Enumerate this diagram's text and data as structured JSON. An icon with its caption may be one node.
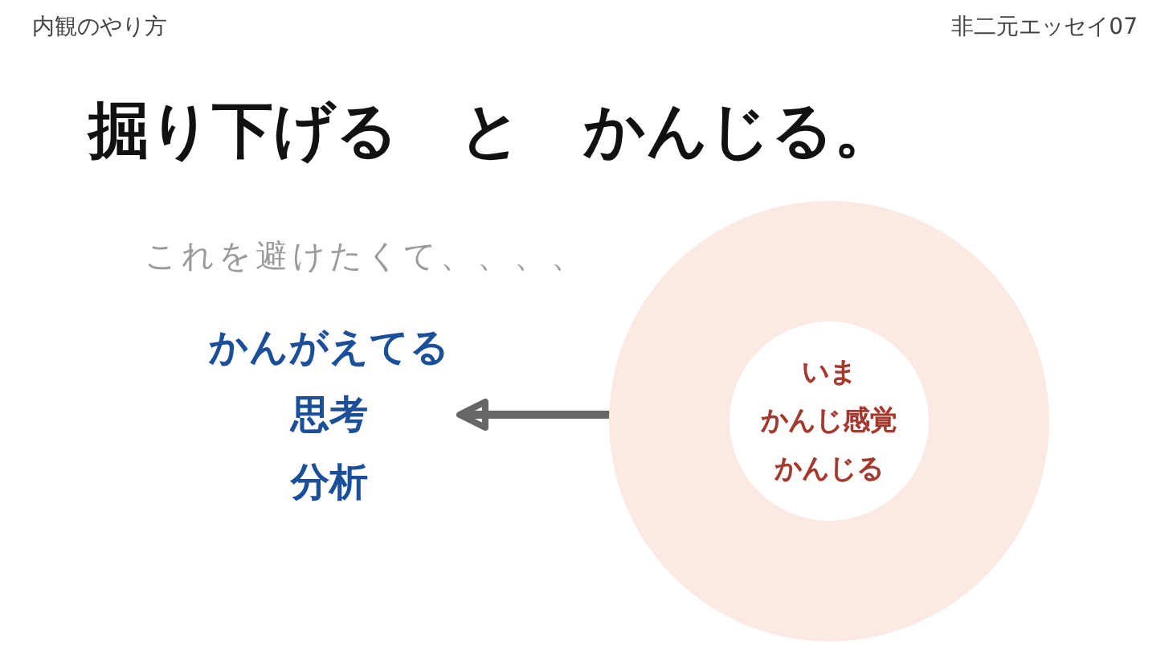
{
  "diagram": {
    "title": "掘り下げる　と　かんじる。",
    "nodes": [
      {
        "text": [],
        "shape": "circle"
      },
      {
        "text": [
          "いま",
          "かんじ感覚",
          "かんじる"
        ],
        "in": 0
      },
      {
        "text": [
          "かんがえてる",
          "思考",
          "分析"
        ]
      }
    ],
    "edges": [
      {
        "from": 0,
        "to": 2,
        "arrow": "to"
      }
    ],
    "labels": [
      "内観のやり方",
      "非二元エッセイ07",
      "これを避けたくて、、、、"
    ]
  }
}
